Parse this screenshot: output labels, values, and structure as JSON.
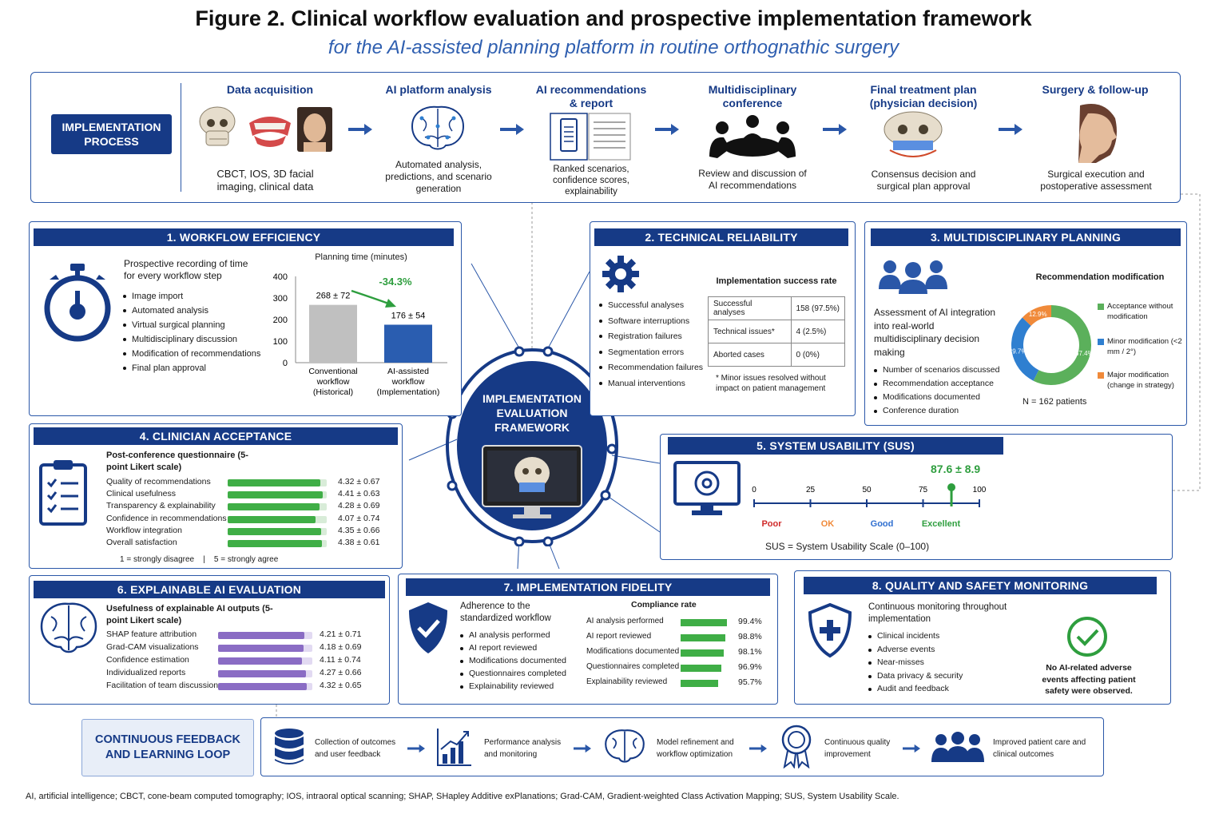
{
  "header": {
    "title": "Figure 2. Clinical workflow evaluation and prospective implementation framework",
    "subtitle": "for the AI-assisted planning platform in routine orthognathic surgery"
  },
  "process": {
    "label": "IMPLEMENTATION\nPROCESS",
    "steps": [
      {
        "title": "Data acquisition",
        "desc": "CBCT, IOS, 3D facial imaging, clinical data"
      },
      {
        "title": "AI platform analysis",
        "desc": "Automated analysis, predictions, and scenario generation"
      },
      {
        "title": "AI recommendations & report",
        "desc": "Ranked scenarios, confidence scores, explainability"
      },
      {
        "title": "Multidisciplinary conference",
        "desc": "Review and discussion of AI recommendations"
      },
      {
        "title": "Final treatment plan (physician decision)",
        "desc": "Consensus decision and surgical plan approval"
      },
      {
        "title": "Surgery & follow-up",
        "desc": "Surgical execution and postoperative assessment"
      }
    ]
  },
  "center": {
    "label": "IMPLEMENTATION EVALUATION FRAMEWORK"
  },
  "p1": {
    "head": "1. WORKFLOW EFFICIENCY",
    "intro": "Prospective recording of time for every workflow step",
    "bullets": [
      "Image import",
      "Automated analysis",
      "Virtual surgical planning",
      "Multidisciplinary discussion",
      "Modification of recommendations",
      "Final plan approval"
    ],
    "chart_title": "Planning time (minutes)"
  },
  "chart_data": {
    "type": "bar",
    "title": "Planning time (minutes)",
    "categories": [
      "Conventional workflow (Historical)",
      "AI-assisted workflow (Implementation)"
    ],
    "values": [
      268,
      176
    ],
    "labels": [
      "268 ± 72",
      "176 ± 54"
    ],
    "ylim": [
      0,
      400
    ],
    "yticks": [
      0,
      100,
      200,
      300,
      400
    ],
    "annotation": "-34.3%",
    "colors": [
      "#c0c0c0",
      "#2a5db0"
    ]
  },
  "p2": {
    "head": "2. TECHNICAL RELIABILITY",
    "bullets": [
      "Successful analyses",
      "Software interruptions",
      "Registration failures",
      "Segmentation errors",
      "Recommendation failures",
      "Manual interventions"
    ],
    "table_title": "Implementation success rate",
    "rows": [
      [
        "Successful analyses",
        "158 (97.5%)"
      ],
      [
        "Technical issues*",
        "4  (2.5%)"
      ],
      [
        "Aborted cases",
        "0   (0%)"
      ]
    ],
    "note": "* Minor issues resolved without impact on patient management"
  },
  "p3": {
    "head": "3. MULTIDISCIPLINARY PLANNING",
    "intro": "Assessment of AI integration into real-world multidisciplinary decision making",
    "bullets": [
      "Number of scenarios discussed",
      "Recommendation acceptance",
      "Modifications documented",
      "Conference duration"
    ],
    "donut_title": "Recommendation modification",
    "slices": [
      {
        "label": "Acceptance without modification",
        "pct": 57.4,
        "pct_label": "57.4%",
        "color": "#5bb05b"
      },
      {
        "label": "Minor modification (<2 mm / 2°)",
        "pct": 29.7,
        "pct_label": "29.7%",
        "color": "#2f7fd0"
      },
      {
        "label": "Major modification (change in strategy)",
        "pct": 12.9,
        "pct_label": "12.9%",
        "color": "#f08a3a"
      }
    ],
    "n": "N = 162 patients"
  },
  "p4": {
    "head": "4. CLINICIAN ACCEPTANCE",
    "intro": "Post-conference questionnaire (5-point Likert scale)",
    "rows": [
      {
        "label": "Quality of recommendations",
        "value": 4.32,
        "text": "4.32 ± 0.67"
      },
      {
        "label": "Clinical usefulness",
        "value": 4.41,
        "text": "4.41 ± 0.63"
      },
      {
        "label": "Transparency & explainability",
        "value": 4.28,
        "text": "4.28 ± 0.69"
      },
      {
        "label": "Confidence in recommendations",
        "value": 4.07,
        "text": "4.07 ± 0.74"
      },
      {
        "label": "Workflow integration",
        "value": 4.35,
        "text": "4.35 ± 0.66"
      },
      {
        "label": "Overall satisfaction",
        "value": 4.38,
        "text": "4.38 ± 0.61"
      }
    ],
    "scale_note": "1 = strongly disagree    |    5 = strongly agree"
  },
  "p5": {
    "head": "5. SYSTEM USABILITY (SUS)",
    "score": "87.6 ± 8.9",
    "score_value": 87.6,
    "ticks": [
      "0",
      "25",
      "50",
      "75",
      "100"
    ],
    "bands": [
      {
        "label": "Poor",
        "color": "#d02a2a"
      },
      {
        "label": "OK",
        "color": "#f08a3a"
      },
      {
        "label": "Good",
        "color": "#2f6fd0"
      },
      {
        "label": "Excellent",
        "color": "#2e9e3e"
      }
    ],
    "note": "SUS = System Usability Scale (0–100)"
  },
  "p6": {
    "head": "6. EXPLAINABLE AI EVALUATION",
    "intro": "Usefulness of explainable AI outputs (5-point Likert scale)",
    "rows": [
      {
        "label": "SHAP feature attribution",
        "value": 4.21,
        "text": "4.21 ± 0.71"
      },
      {
        "label": "Grad-CAM visualizations",
        "value": 4.18,
        "text": "4.18 ± 0.69"
      },
      {
        "label": "Confidence estimation",
        "value": 4.11,
        "text": "4.11 ± 0.74"
      },
      {
        "label": "Individualized reports",
        "value": 4.27,
        "text": "4.27 ± 0.66"
      },
      {
        "label": "Facilitation of team discussion",
        "value": 4.32,
        "text": "4.32 ± 0.65"
      }
    ]
  },
  "p7": {
    "head": "7. IMPLEMENTATION FIDELITY",
    "intro": "Adherence to the standardized workflow",
    "bullets": [
      "AI analysis performed",
      "AI report reviewed",
      "Modifications documented",
      "Questionnaires completed",
      "Explainability reviewed"
    ],
    "chart_title": "Compliance rate",
    "rows": [
      {
        "label": "AI analysis performed",
        "value": 99.4,
        "text": "99.4%"
      },
      {
        "label": "AI report reviewed",
        "value": 98.8,
        "text": "98.8%"
      },
      {
        "label": "Modifications documented",
        "value": 98.1,
        "text": "98.1%"
      },
      {
        "label": "Questionnaires completed",
        "value": 96.9,
        "text": "96.9%"
      },
      {
        "label": "Explainability reviewed",
        "value": 95.7,
        "text": "95.7%"
      }
    ]
  },
  "p8": {
    "head": "8. QUALITY AND SAFETY MONITORING",
    "intro": "Continuous monitoring throughout implementation",
    "bullets": [
      "Clinical incidents",
      "Adverse events",
      "Near-misses",
      "Data privacy & security",
      "Audit and feedback"
    ],
    "result": "No AI-related adverse events affecting patient safety were observed."
  },
  "loop": {
    "label": "CONTINUOUS FEEDBACK AND LEARNING LOOP",
    "items": [
      "Collection of outcomes and user feedback",
      "Performance analysis and monitoring",
      "Model refinement and workflow optimization",
      "Continuous quality improvement",
      "Improved patient care and clinical outcomes"
    ]
  },
  "footer": "AI, artificial intelligence; CBCT, cone-beam computed tomography; IOS, intraoral optical scanning; SHAP, SHapley Additive exPlanations; Grad-CAM, Gradient-weighted Class Activation Mapping; SUS, System Usability Scale.",
  "colors": {
    "navy": "#163a86",
    "accent": "#2f5fb0",
    "green": "#3fae46",
    "purple": "#8a6cc4"
  }
}
